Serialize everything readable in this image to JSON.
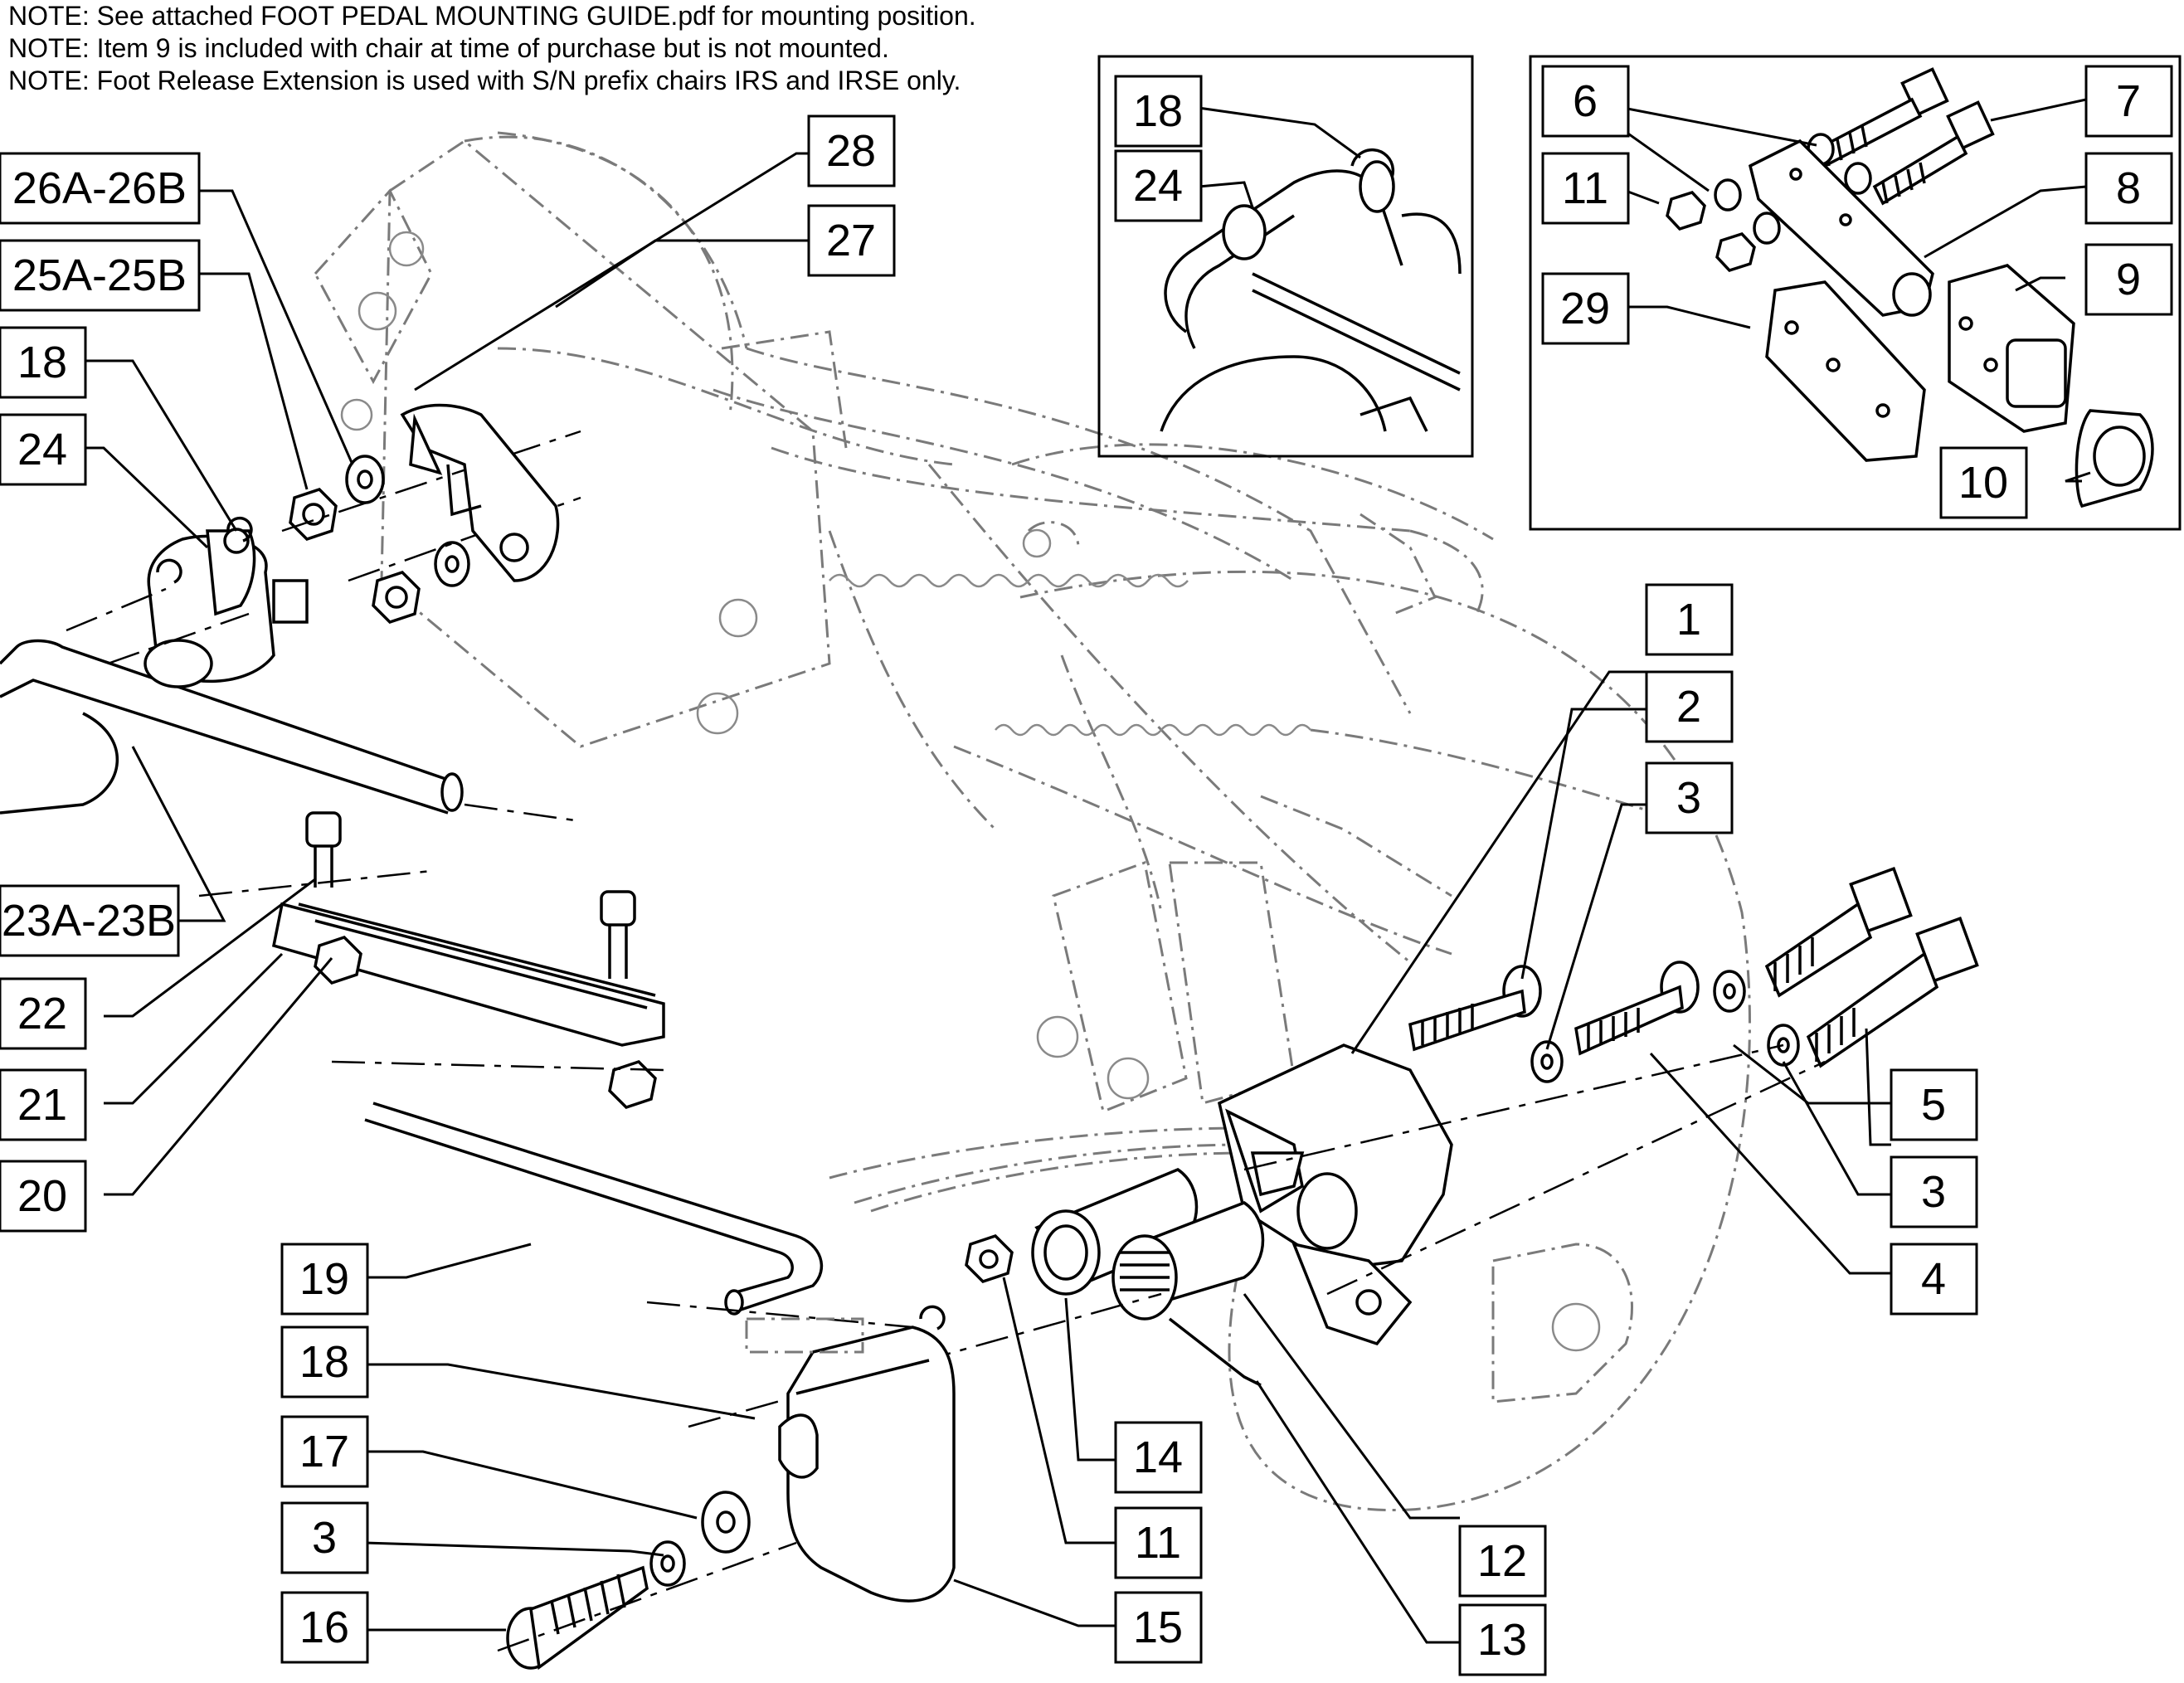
{
  "notes": [
    "NOTE: See attached FOOT PEDAL MOUNTING GUIDE.pdf for mounting position.",
    "NOTE: Item 9 is included with chair at time of purchase but is not mounted.",
    "NOTE: Foot Release Extension is used with S/N prefix chairs IRS and IRSE only."
  ],
  "callouts": {
    "c1": "1",
    "c2": "2",
    "c3a": "3",
    "c3b": "3",
    "c3c": "3",
    "c4": "4",
    "c5": "5",
    "c6": "6",
    "c7": "7",
    "c8": "8",
    "c9": "9",
    "c10": "10",
    "c11a": "11",
    "c11b": "11",
    "c12": "12",
    "c13": "13",
    "c14": "14",
    "c15": "15",
    "c16": "16",
    "c17": "17",
    "c18a": "18",
    "c18b": "18",
    "c18c": "18",
    "c19": "19",
    "c20": "20",
    "c21": "21",
    "c22": "22",
    "c23": "23A-23B",
    "c24a": "24",
    "c24b": "24",
    "c25": "25A-25B",
    "c26": "26A-26B",
    "c27": "27",
    "c28": "28",
    "c29": "29"
  }
}
